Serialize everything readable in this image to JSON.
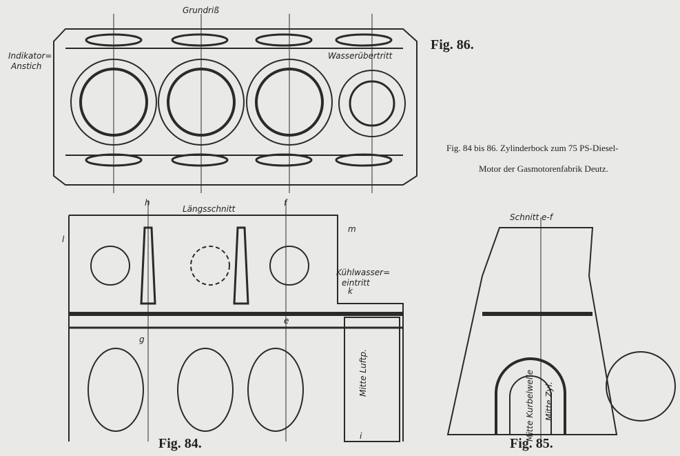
{
  "figures": {
    "fig86": {
      "label": "Fig. 86.",
      "title": "Grundriß",
      "notes": [
        "Indikator=",
        "Anstich",
        "Wasserübertritt"
      ]
    },
    "fig84": {
      "label": "Fig. 84.",
      "title": "Längsschnitt",
      "notes": [
        "Kühlwasser=",
        "eintritt",
        "Mitte Luftp."
      ],
      "letters": [
        "h",
        "f",
        "l",
        "m",
        "k",
        "g",
        "e",
        "i"
      ]
    },
    "fig85": {
      "label": "Fig. 85.",
      "title": "Schnitt e-f",
      "notes": [
        "Mitte Kurbelwelle",
        "Mitte Zyl."
      ]
    }
  },
  "caption": {
    "line1": "Fig. 84 bis 86.  Zylinderbock zum 75 PS-Diesel-",
    "line2": "Motor der Gasmotorenfabrik Deutz."
  }
}
